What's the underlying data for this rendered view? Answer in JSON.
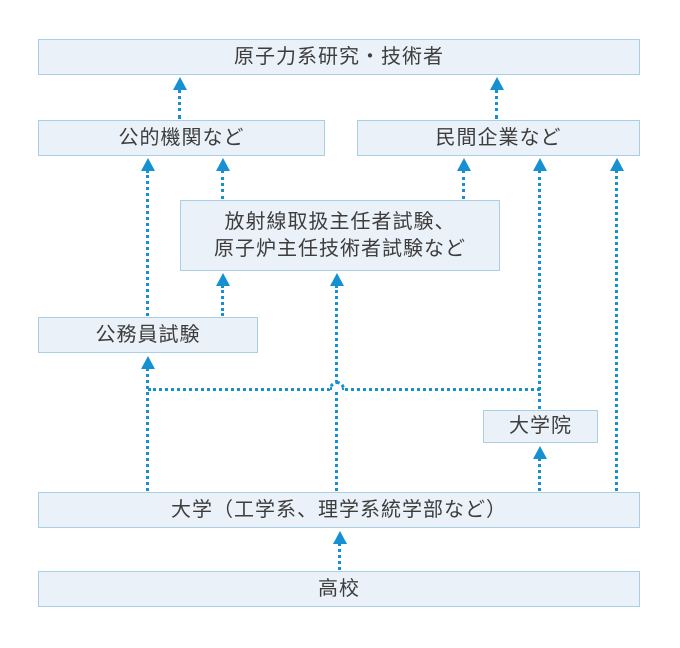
{
  "diagram": {
    "description": "Career path flowchart to nuclear-field researcher / engineer",
    "colors": {
      "accent": "#1591d1",
      "box_fill": "#eaf1f8",
      "box_border": "#a9cfe5",
      "text": "#3d3d3d"
    },
    "nodes": {
      "nuclear_worker": {
        "label": "原子力系研究・技術者"
      },
      "public_org": {
        "label": "公的機関など"
      },
      "private_company": {
        "label": "民間企業など"
      },
      "license_exams": {
        "label_line1": "放射線取扱主任者試験、",
        "label_line2": "原子炉主任技術者試験など"
      },
      "civil_service_exam": {
        "label": "公務員試験"
      },
      "grad_school": {
        "label": "大学院"
      },
      "university": {
        "label": "大学（工学系、理学系統学部など）"
      },
      "high_school": {
        "label": "高校"
      }
    },
    "edges": [
      {
        "from": "high_school",
        "to": "university"
      },
      {
        "from": "university",
        "to": "civil_service_exam"
      },
      {
        "from": "university",
        "to": "license_exams"
      },
      {
        "from": "university",
        "to": "grad_school"
      },
      {
        "from": "university",
        "to": "private_company"
      },
      {
        "from": "grad_school",
        "to": "civil_service_exam",
        "via": "horizontal-connector"
      },
      {
        "from": "grad_school",
        "to": "private_company"
      },
      {
        "from": "civil_service_exam",
        "to": "public_org"
      },
      {
        "from": "civil_service_exam",
        "to": "license_exams"
      },
      {
        "from": "license_exams",
        "to": "public_org"
      },
      {
        "from": "license_exams",
        "to": "private_company"
      },
      {
        "from": "public_org",
        "to": "nuclear_worker"
      },
      {
        "from": "private_company",
        "to": "nuclear_worker"
      }
    ],
    "line_style": "dotted",
    "arrow_direction": "up"
  }
}
